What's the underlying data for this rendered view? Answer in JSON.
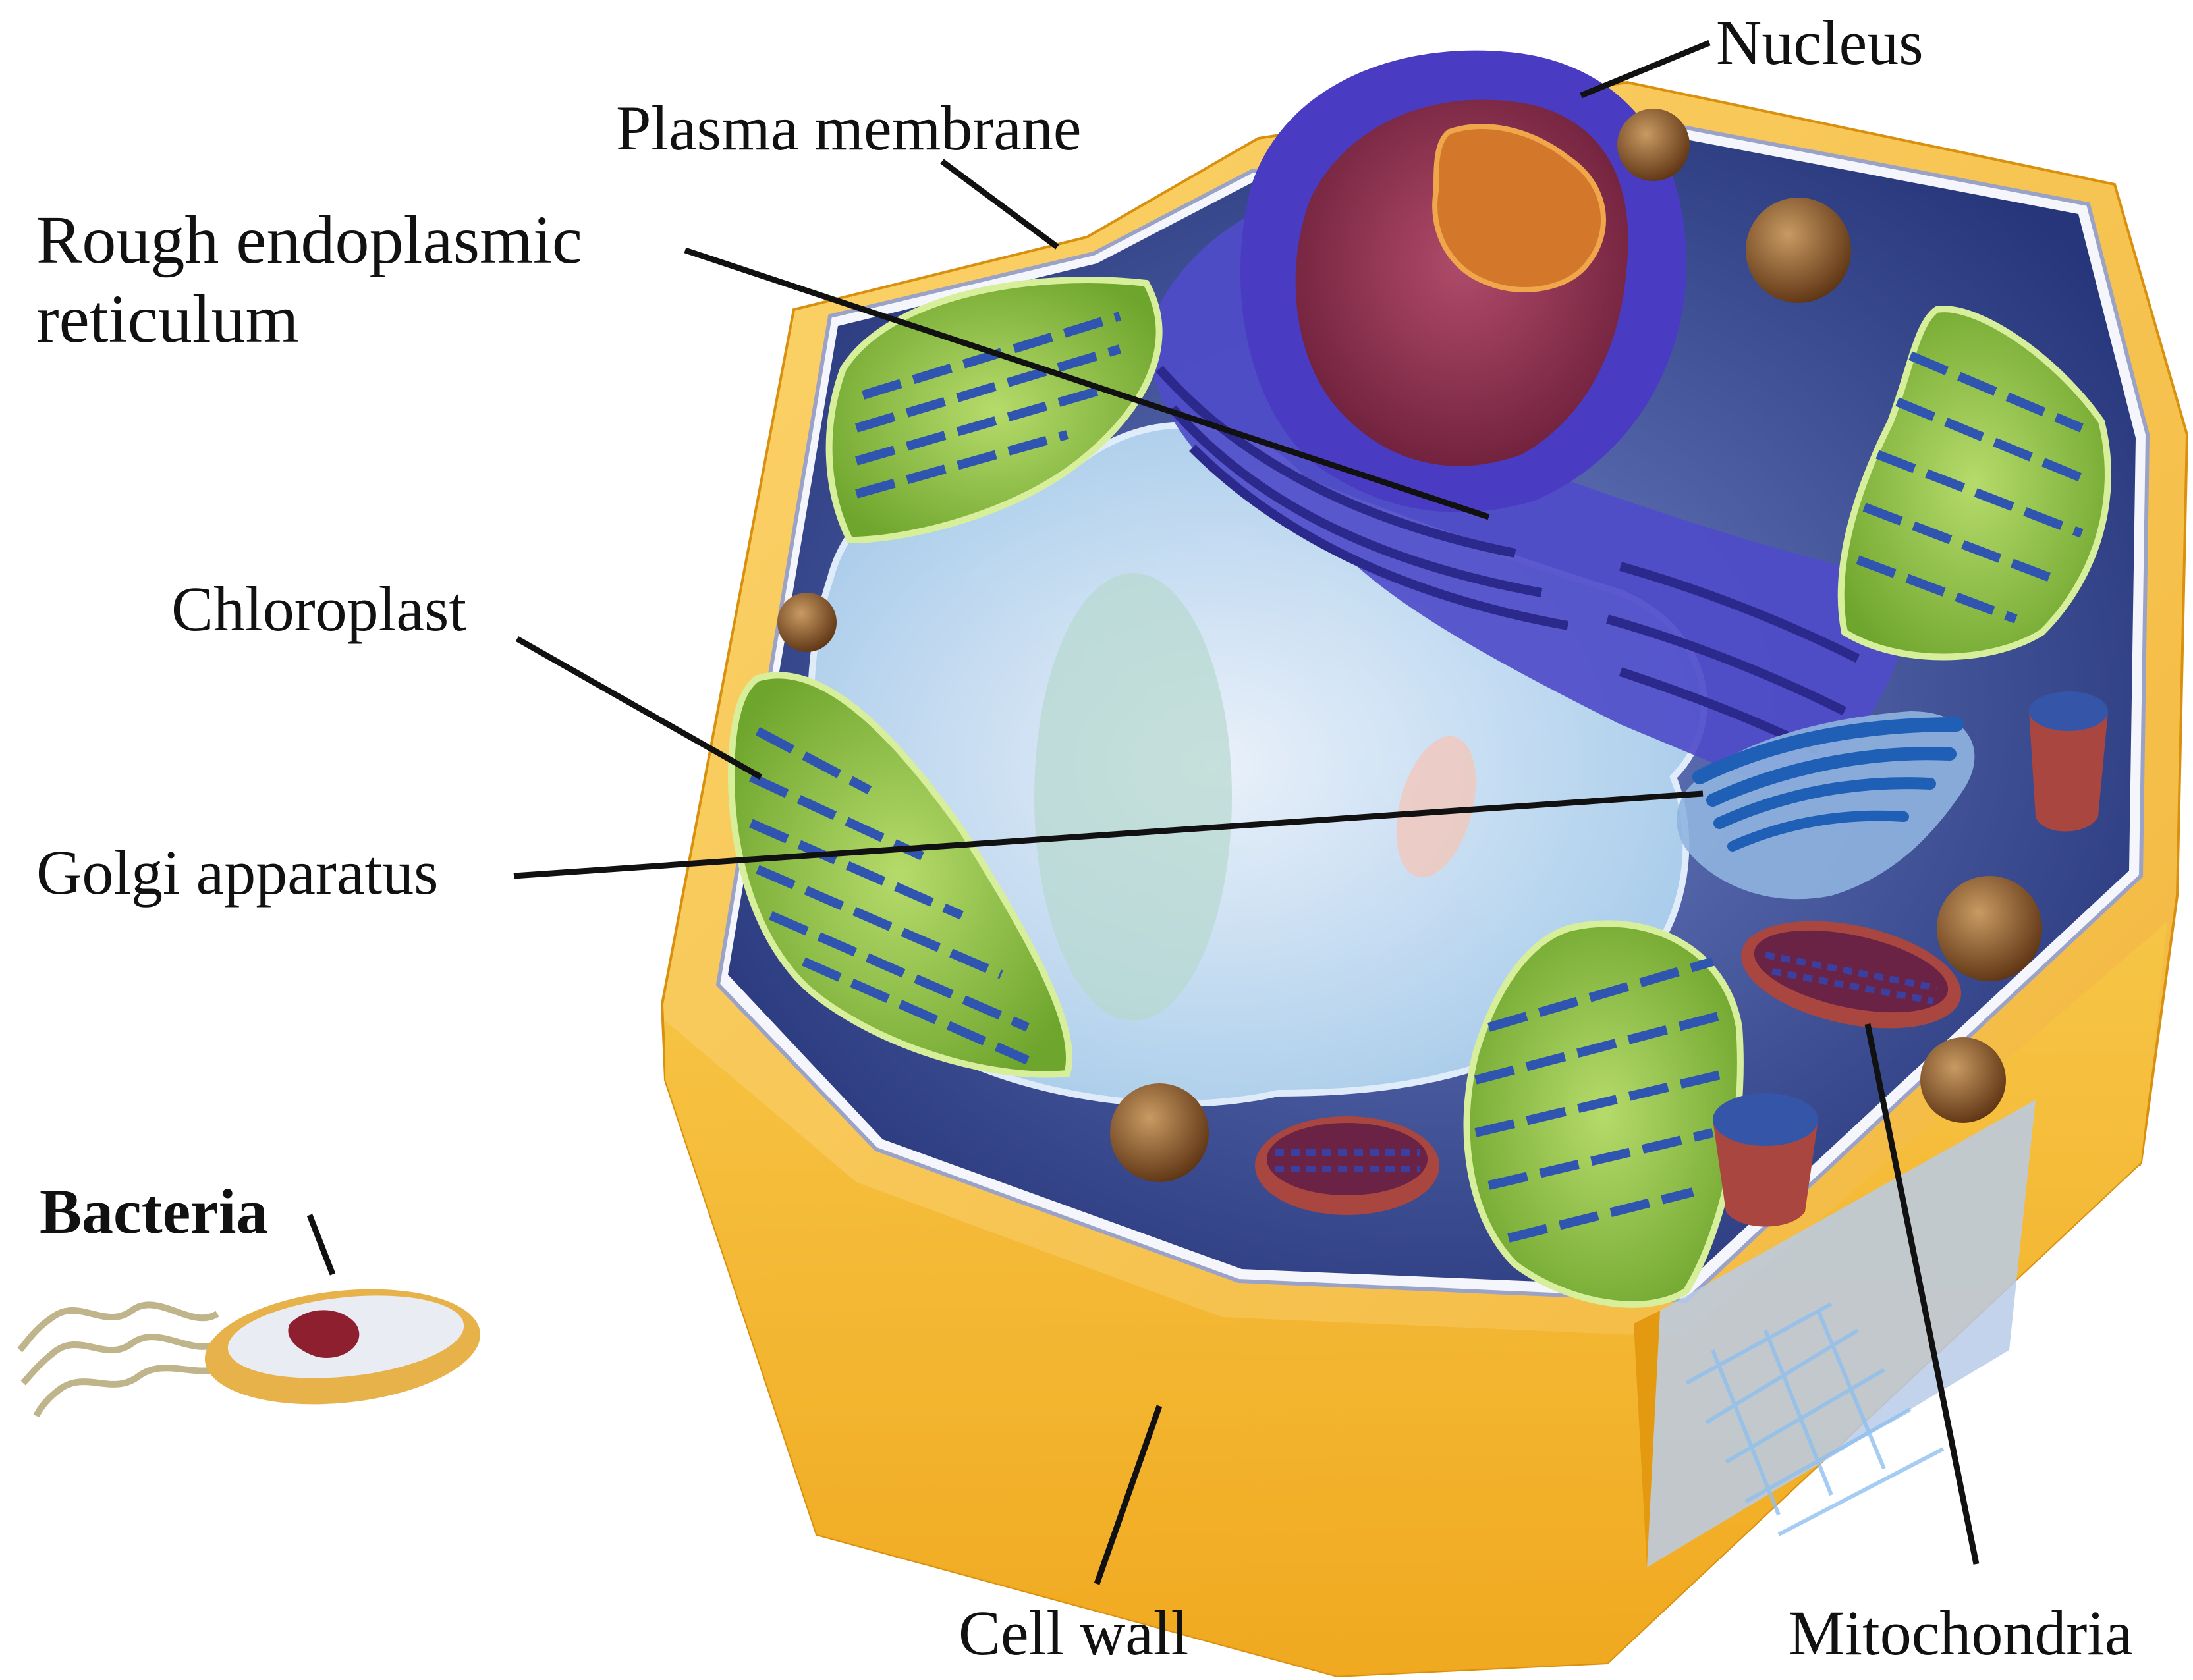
{
  "labels": {
    "nucleus": "Nucleus",
    "plasma_membrane": "Plasma membrane",
    "rough_er_line1": "Rough endoplasmic",
    "rough_er_line2": "reticulum",
    "chloroplast": "Chloroplast",
    "golgi": "Golgi apparatus",
    "bacteria": "Bacteria",
    "cell_wall": "Cell wall",
    "mitochondria": "Mitochondria"
  },
  "colors": {
    "cell_wall": "#f5b731",
    "cell_wall_dark": "#e39a10",
    "cytoplasm": "#3b4f9a",
    "vacuole": "#cfe6f7",
    "nucleus_envelope": "#5a45c8",
    "nucleoplasm": "#8e2b4e",
    "nucleolus": "#d5772a",
    "chloroplast": "#8cc63f",
    "chloroplast_stroma": "#c5e07a",
    "thylakoid": "#2f55b0",
    "golgi": "#2c6fc2",
    "mitochondria": "#a8463f",
    "vesicle_brown": "#7a4a1e",
    "bacteria_body": "#e8b24a",
    "leader_line": "#111111"
  }
}
